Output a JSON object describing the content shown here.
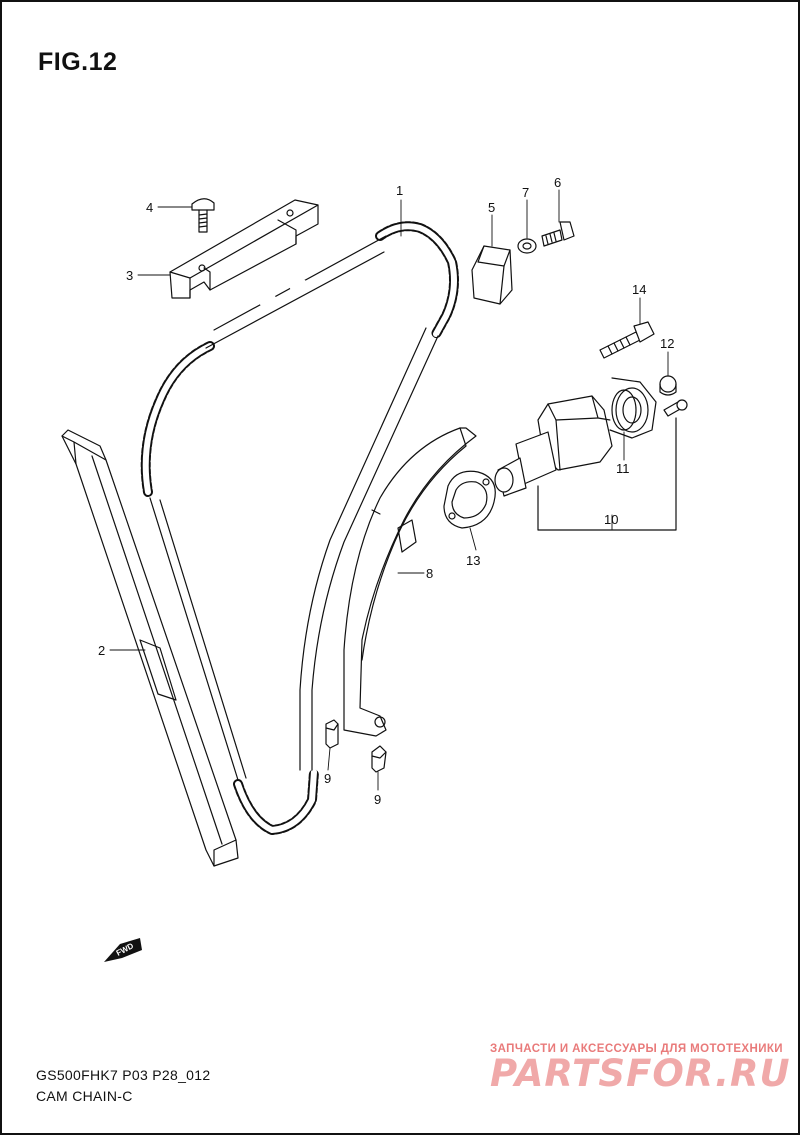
{
  "figure": {
    "title": "FIG.12"
  },
  "footer": {
    "model_code": "GS500FHK7 P03 P28_012",
    "caption": "CAM CHAIN-C"
  },
  "fwd_label": "FWD",
  "watermark": {
    "tagline": "ЗАПЧАСТИ И АКСЕССУАРЫ ДЛЯ МОТОТЕХНИКИ",
    "brand": "PARTSFOR.RU"
  },
  "callouts": [
    "1",
    "2",
    "3",
    "4",
    "5",
    "6",
    "7",
    "8",
    "9",
    "9",
    "10",
    "11",
    "12",
    "13",
    "14"
  ],
  "colors": {
    "line": "#111111",
    "watermark": "#f0a9a9",
    "frame": "#111111"
  }
}
